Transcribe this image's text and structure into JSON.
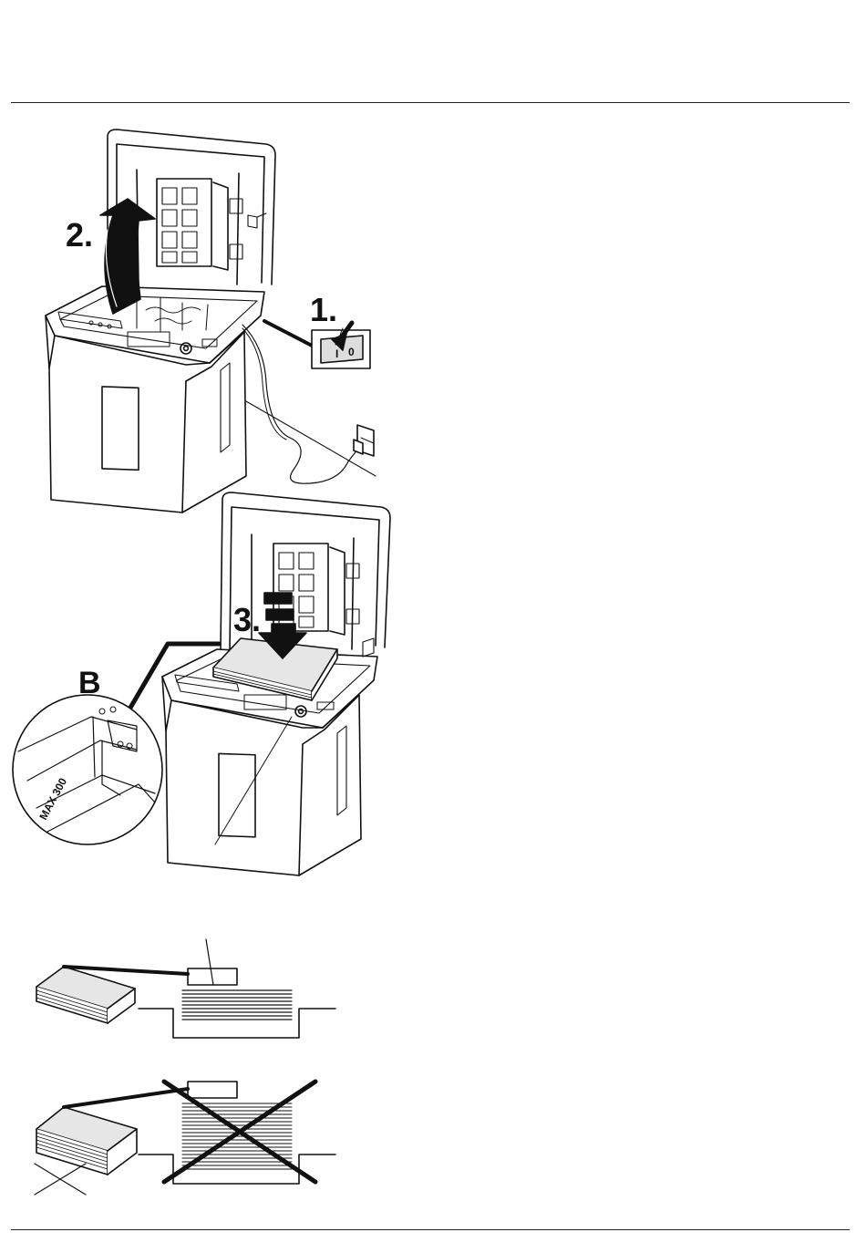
{
  "steps": {
    "step1": "1.",
    "step2": "2.",
    "step3": "3."
  },
  "callouts": {
    "detail_b": "B",
    "max_mark": "MAX 300"
  },
  "switch": {
    "on_symbol": "I",
    "off_symbol": "0"
  },
  "colors": {
    "line": "#111111",
    "paper": "#e6e6e6",
    "background": "#ffffff"
  }
}
